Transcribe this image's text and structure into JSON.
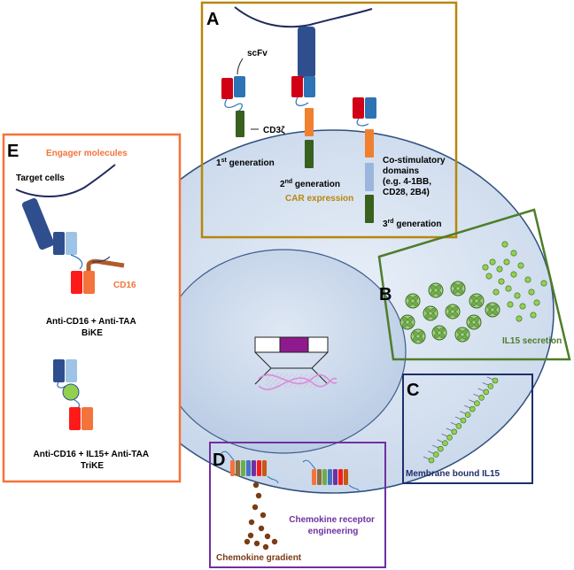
{
  "panels": {
    "a": {
      "letter": "A",
      "scfv": "scFv",
      "cd3z": "CD3ζ",
      "gen1": {
        "num": "1",
        "sup": "st",
        "rest": " generation"
      },
      "gen2": {
        "num": "2",
        "sup": "nd",
        "rest": " generation"
      },
      "gen3": {
        "num": "3",
        "sup": "rd",
        "rest": " generation"
      },
      "costim_lines": [
        "Co-stimulatory",
        "domains",
        "(e.g. 4-1BB,",
        "CD28,  2B4)"
      ],
      "caption": "CAR expression"
    },
    "b": {
      "letter": "B",
      "caption": "IL15 secretion"
    },
    "c": {
      "letter": "C",
      "caption": "Membrane bound IL15"
    },
    "d": {
      "letter": "D",
      "caption_lines": [
        "Chemokine receptor",
        "engineering"
      ],
      "gradient": "Chemokine gradient"
    },
    "e": {
      "letter": "E",
      "header": "Engager molecules",
      "target": "Target cells",
      "cd16": "CD16",
      "bike_lines": [
        "Anti-CD16 + Anti-TAA",
        "BiKE"
      ],
      "trike_lines": [
        "Anti-CD16 + IL15+ Anti-TAA",
        "TriKE"
      ]
    }
  },
  "colors": {
    "gold": "#b8860b",
    "green_border": "#4e7d2a",
    "navy": "#1f2f6b",
    "purple": "#7030a0",
    "orange": "#f4733a",
    "cell_fill": "#dbe6f3",
    "nucleus_fill": "#c9d8ec"
  }
}
